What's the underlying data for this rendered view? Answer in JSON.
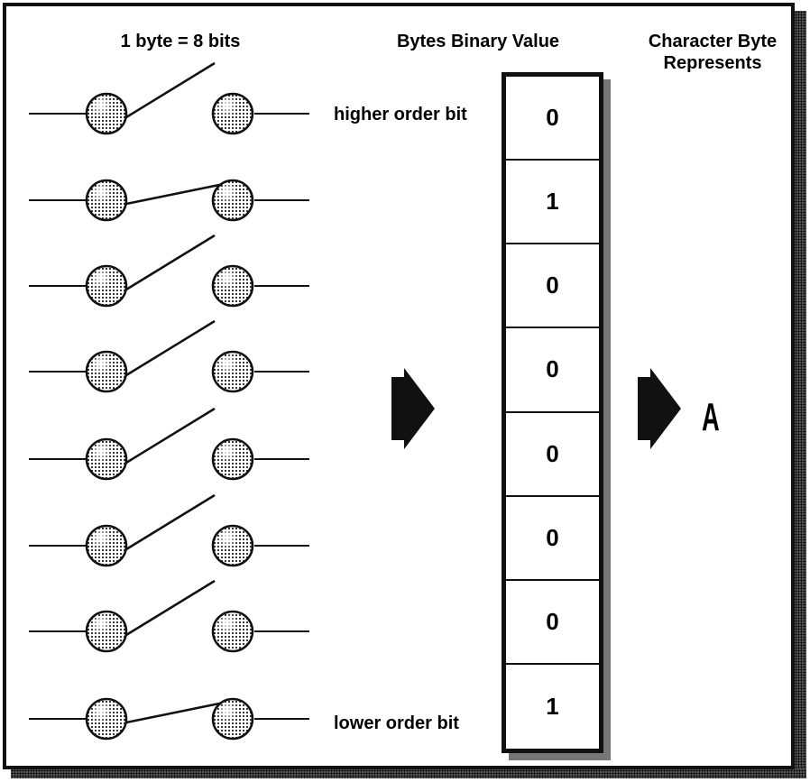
{
  "headers": {
    "byte_equation": "1 byte = 8 bits",
    "binary_value": "Bytes Binary Value",
    "character_line1": "Character Byte",
    "character_line2": "Represents"
  },
  "labels": {
    "higher": "higher order bit",
    "lower": "lower order bit"
  },
  "bits": [
    {
      "value": "0",
      "switch": "open"
    },
    {
      "value": "1",
      "switch": "closed"
    },
    {
      "value": "0",
      "switch": "open"
    },
    {
      "value": "0",
      "switch": "open"
    },
    {
      "value": "0",
      "switch": "open"
    },
    {
      "value": "0",
      "switch": "open"
    },
    {
      "value": "0",
      "switch": "open"
    },
    {
      "value": "1",
      "switch": "closed"
    }
  ],
  "character": "A",
  "icons": {
    "arrow": "right-arrow-icon",
    "switch": "toggle-switch-icon"
  }
}
